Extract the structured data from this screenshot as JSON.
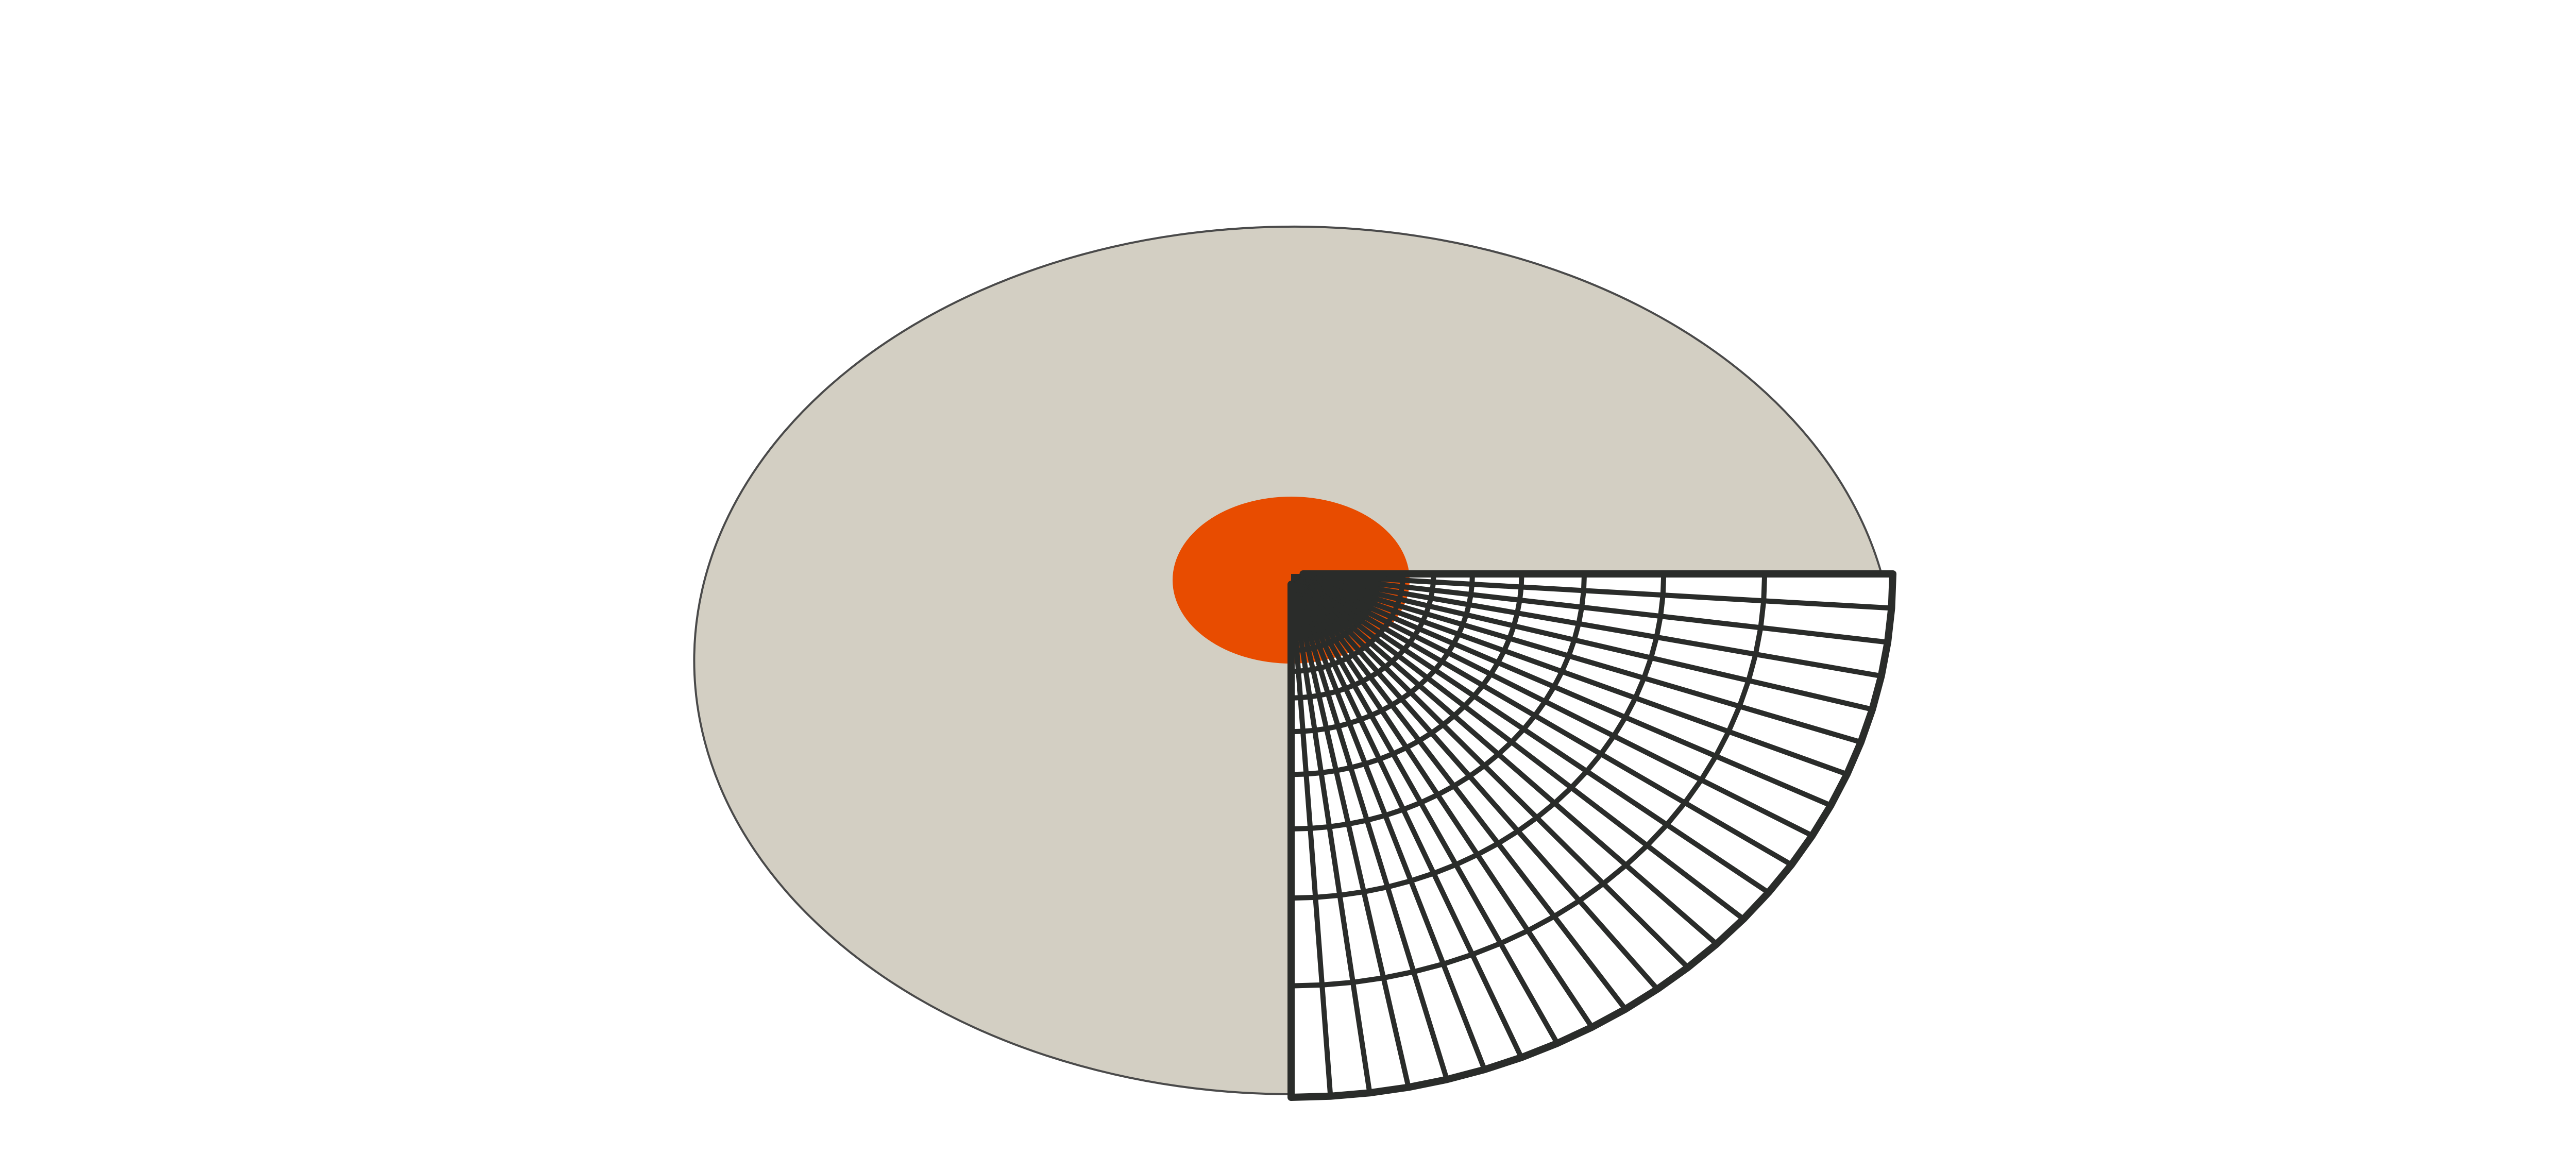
{
  "scene": {
    "description_visible_text": "",
    "colors": {
      "background": "#ffffff",
      "disk": "#d3cfc3",
      "disk_outline": "#4a4a4a",
      "center_hole": "#e84c00",
      "mesh": "#2a2c2a"
    },
    "mesh": {
      "radial_divisions": 24,
      "circumferential_divisions": 16,
      "sector": "one-quarter"
    }
  }
}
